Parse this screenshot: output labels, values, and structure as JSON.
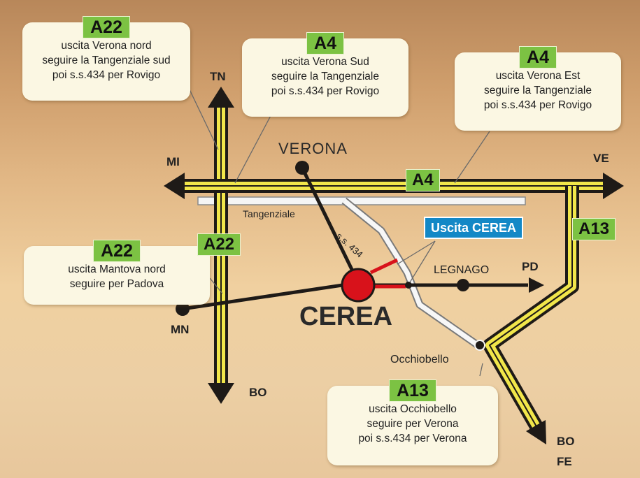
{
  "boxes": {
    "a22_nord": {
      "tag": "A22",
      "lines": [
        "uscita Verona nord",
        "seguire la Tangenziale sud",
        "poi s.s.434 per Rovigo"
      ]
    },
    "a4_sud": {
      "tag": "A4",
      "lines": [
        "uscita Verona Sud",
        "seguire la Tangenziale",
        "poi s.s.434 per Rovigo"
      ]
    },
    "a4_est": {
      "tag": "A4",
      "lines": [
        "uscita Verona Est",
        "seguire la Tangenziale",
        "poi s.s.434 per Rovigo"
      ]
    },
    "a22_mantova": {
      "tag": "A22",
      "lines": [
        "uscita Mantova nord",
        "seguire per Padova"
      ]
    },
    "a13_occhiobello": {
      "tag": "A13",
      "lines": [
        "uscita Occhiobello",
        "seguire per Verona",
        "poi s.s.434 per Verona"
      ]
    }
  },
  "labels": {
    "tn": "TN",
    "mi": "MI",
    "ve": "VE",
    "verona": "VERONA",
    "tangenziale": "Tangenziale",
    "ss434": "s.s. 434",
    "legnago": "LEGNAGO",
    "pd": "PD",
    "mn": "MN",
    "bo": "BO",
    "cerea": "CEREA",
    "occhiobello": "Occhiobello",
    "bo_fe_1": "BO",
    "bo_fe_2": "FE"
  },
  "shields": {
    "a4": "A4",
    "a22": "A22",
    "a13": "A13"
  },
  "exit_badge": "Uscita CEREA",
  "colors": {
    "motorway_fill": "#f1e64a",
    "road": "#1e1a17",
    "cerea_dot": "#d8121b",
    "exit_badge": "#1388c6",
    "tag": "#7cc243"
  }
}
